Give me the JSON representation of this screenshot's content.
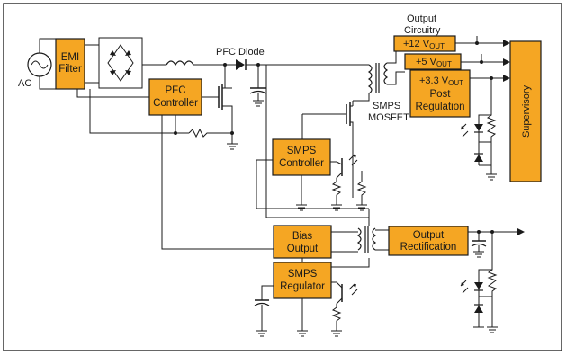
{
  "colors": {
    "block_fill": "#f5a623",
    "frame": "#333333",
    "line": "#1a1a1a"
  },
  "labels": {
    "ac": "AC",
    "emi": [
      "EMI",
      "Filter"
    ],
    "pfc_controller": [
      "PFC",
      "Controller"
    ],
    "pfc_diode": "PFC Diode",
    "output_circuitry": [
      "Output",
      "Circuitry"
    ],
    "v12": "+12 V",
    "v5": "+5 V",
    "v33": "+3.3 V",
    "vout_sub": "OUT",
    "post_regulation": [
      "Post",
      "Regulation"
    ],
    "supervisory": "Supervisory",
    "smps_mosfet": [
      "SMPS",
      "MOSFET"
    ],
    "smps_controller": [
      "SMPS",
      "Controller"
    ],
    "bias_output": [
      "Bias",
      "Output"
    ],
    "output_rectification": [
      "Output",
      "Rectification"
    ],
    "smps_regulator": [
      "SMPS",
      "Regulator"
    ]
  }
}
